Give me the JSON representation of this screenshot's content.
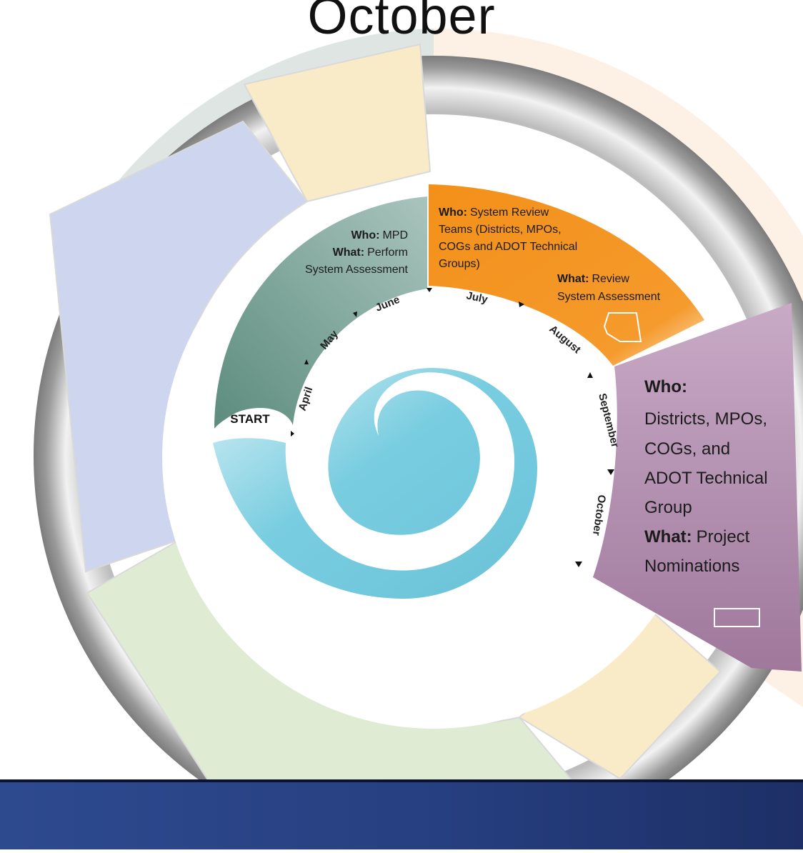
{
  "title": "October",
  "start_label": "START",
  "months": [
    "April",
    "May",
    "June",
    "July",
    "August",
    "September",
    "October"
  ],
  "segments": {
    "mpd": {
      "who_label": "Who:",
      "who_value": "MPD",
      "what_label": "What:",
      "what_line1": "Perform",
      "what_line2": "System Assessment",
      "color": "#6f9a8d"
    },
    "review": {
      "who_label": "Who:",
      "who_line1": "System Review",
      "who_line2": "Teams (Districts, MPOs,",
      "who_line3": "COGs and ADOT Technical",
      "who_line4": "Groups)",
      "what_label": "What:",
      "what_line1": "Review",
      "what_line2": "System Assessment",
      "color": "#f4921e"
    },
    "nominations": {
      "who_label": "Who:",
      "who_line1": "Districts, MPOs,",
      "who_line2": "COGs, and",
      "who_line3": "ADOT Technical",
      "who_line4": "Group",
      "what_label": "What:",
      "what_line1": "Project",
      "what_line2": "Nominations",
      "color": "#b088ab"
    }
  },
  "colors": {
    "outer_blue": "#cdd6ee",
    "outer_green": "#e0ebd3",
    "outer_cream": "#faebc8",
    "outer_peach": "#fbe9d6",
    "spiral": "#79cde0",
    "footer": "#2b4689"
  }
}
